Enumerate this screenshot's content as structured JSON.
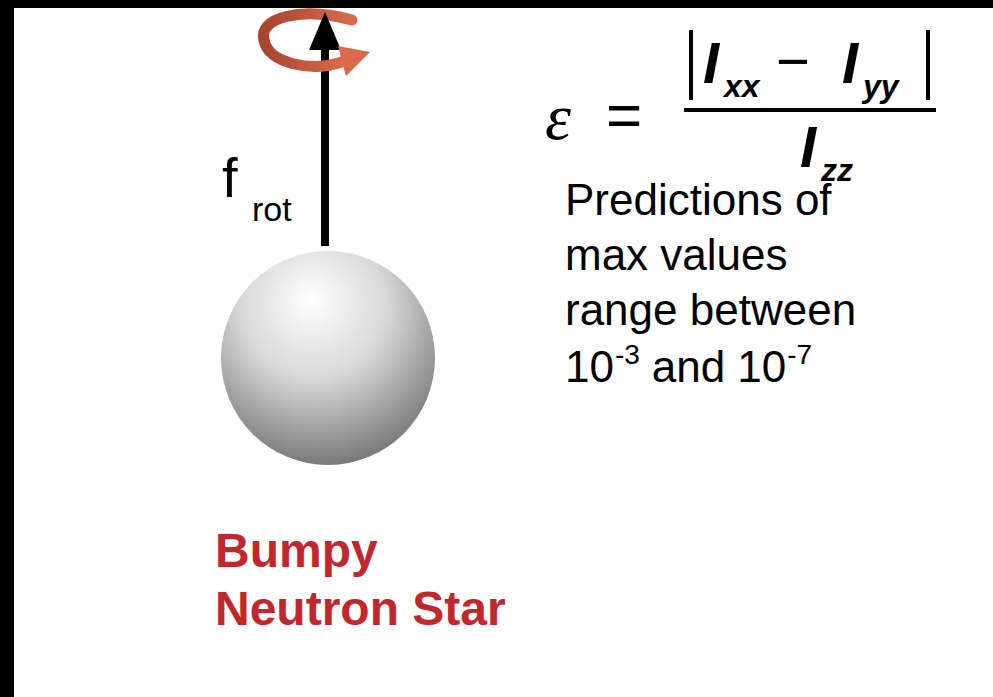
{
  "diagram": {
    "labels": [
      "f",
      "rot",
      "Bumpy Neutron Star",
      "ε",
      "=",
      "I",
      "xx",
      "−",
      "I",
      "yy",
      "I",
      "zz",
      "Predictions of max values range between",
      "10",
      "-3",
      "and",
      "10",
      "-7"
    ]
  }
}
